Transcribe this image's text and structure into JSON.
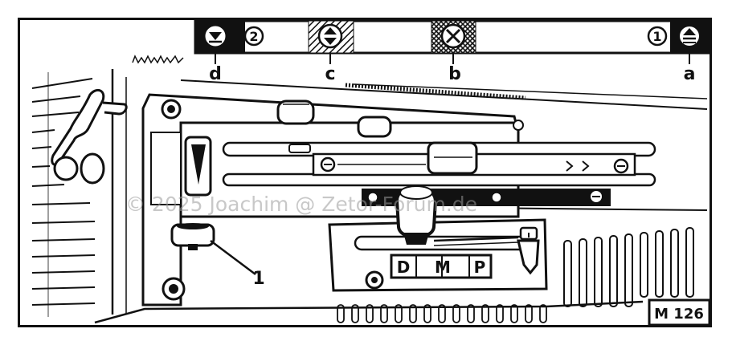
{
  "indicator_bar": {
    "badge_left": "2",
    "badge_right": "1"
  },
  "labels": {
    "d": "d",
    "c": "c",
    "b": "b",
    "a": "a",
    "callout_1": "1"
  },
  "gate_plate": {
    "d": "D",
    "m": "M",
    "p": "P"
  },
  "figure_tag": "M 126",
  "watermark": "© 2025 Joachim @ Zetor-Forum.de",
  "colors": {
    "ink": "#111111",
    "paper": "#ffffff",
    "watermark": "#9a9a9a"
  }
}
